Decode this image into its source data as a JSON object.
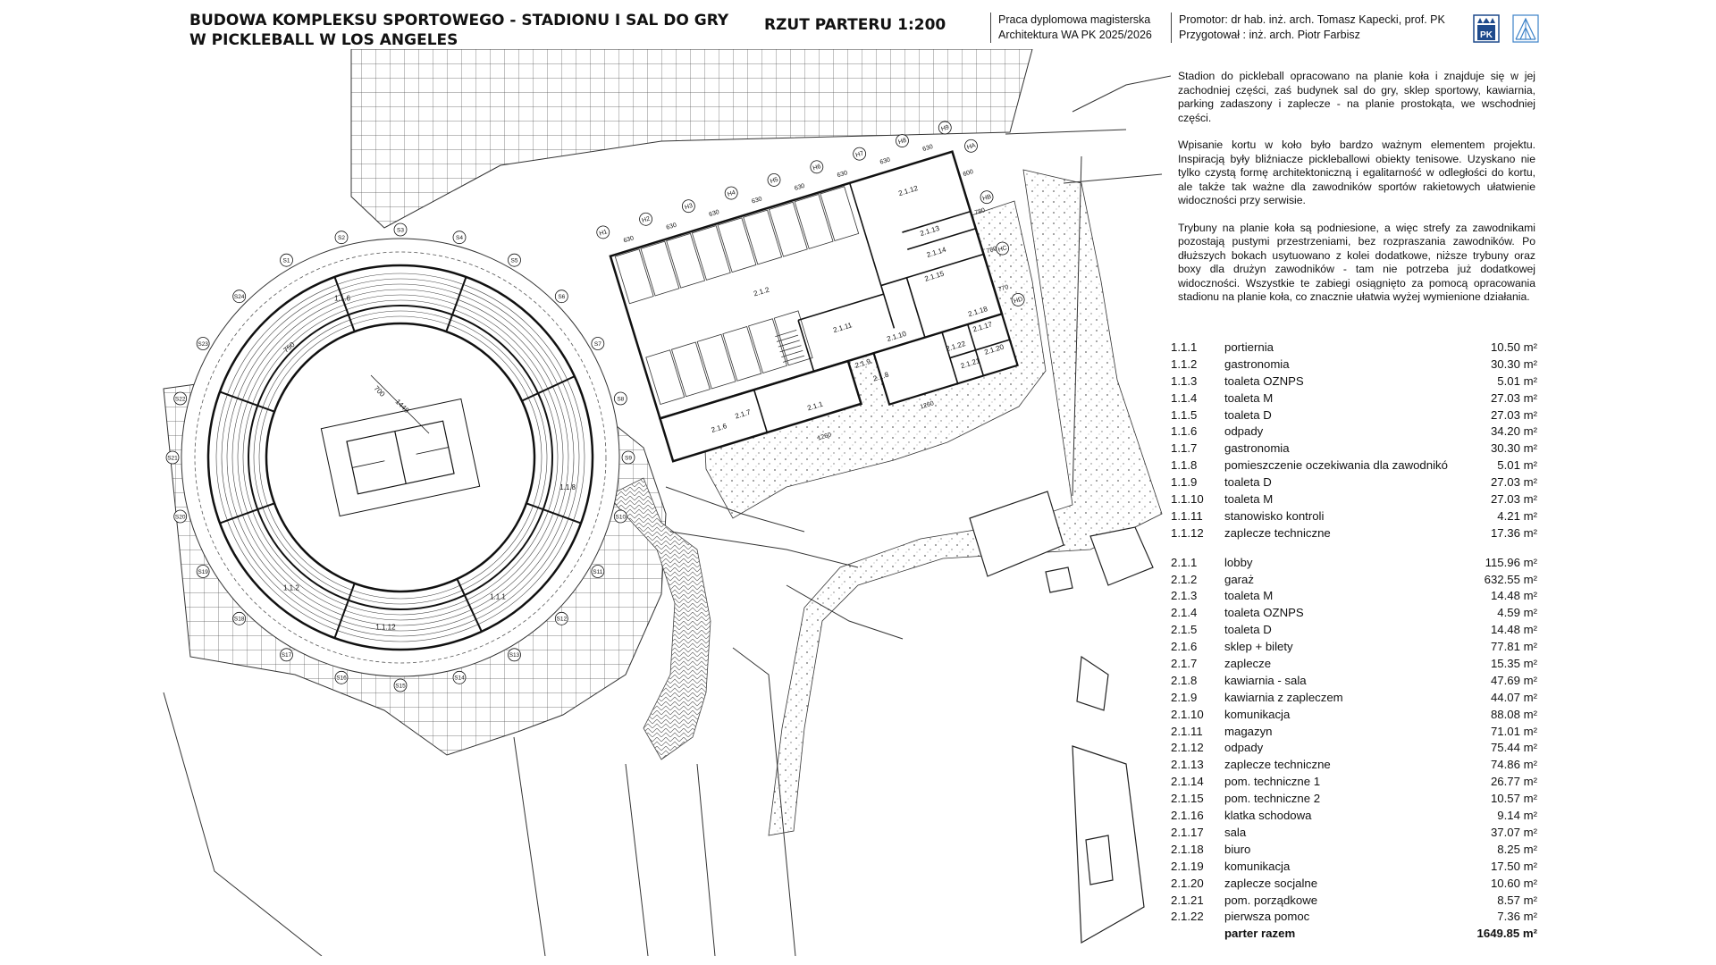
{
  "header": {
    "title_line1": "BUDOWA KOMPLEKSU SPORTOWEGO - STADIONU I SAL DO GRY",
    "title_line2": "W PICKLEBALL W LOS ANGELES",
    "plan_title": "RZUT PARTERU 1:200",
    "thesis_line1": "Praca dyplomowa magisterska",
    "thesis_line2": "Architektura WA PK 2025/2026",
    "promotor_line1": "Promotor: dr hab. inż. arch. Tomasz Kapecki, prof. PK",
    "promotor_line2": "Przygotował : inż. arch. Piotr Farbisz",
    "logo_text": "PK"
  },
  "description": [
    "Stadion do pickleball opracowano na planie koła i znajduje się w jej zachodniej części, zaś budynek sal do gry, sklep sportowy, kawiarnia, parking zadaszony i zaplecze - na planie prostokąta, we wschodniej części.",
    "Wpisanie kortu w koło było bardzo ważnym elementem projektu. Inspiracją były bliźniacze pickleballowi obiekty tenisowe. Uzyskano nie tylko czystą formę architektoniczną i egalitarność w odległości do kortu, ale także tak ważne dla zawodników sportów rakietowych ułatwienie widoczności przy serwisie.",
    "Trybuny na planie koła są podniesione, a więc strefy za zawodnikami pozostają pustymi przestrzeniami, bez rozpraszania zawodników. Po dłuższych bokach usytuowano z kolei dodatkowe, niższe trybuny oraz boxy dla drużyn zawodników - tam nie potrzeba już dodatkowej widoczności. Wszystkie te zabiegi osiągnięto za pomocą opracowania stadionu na planie koła, co znacznie ułatwia wyżej wymienione działania."
  ],
  "rooms_stadium": [
    {
      "num": "1.1.1",
      "name": "portiernia",
      "area": "10.50 m²"
    },
    {
      "num": "1.1.2",
      "name": "gastronomia",
      "area": "30.30 m²"
    },
    {
      "num": "1.1.3",
      "name": "toaleta OZNPS",
      "area": "5.01 m²"
    },
    {
      "num": "1.1.4",
      "name": "toaleta M",
      "area": "27.03 m²"
    },
    {
      "num": "1.1.5",
      "name": "toaleta D",
      "area": "27.03 m²"
    },
    {
      "num": "1.1.6",
      "name": "odpady",
      "area": "34.20 m²"
    },
    {
      "num": "1.1.7",
      "name": "gastronomia",
      "area": "30.30 m²"
    },
    {
      "num": "1.1.8",
      "name": "pomieszczenie oczekiwania dla zawodnikó",
      "area": "5.01 m²"
    },
    {
      "num": "1.1.9",
      "name": "toaleta D",
      "area": "27.03 m²"
    },
    {
      "num": "1.1.10",
      "name": "toaleta M",
      "area": "27.03 m²"
    },
    {
      "num": "1.1.11",
      "name": "stanowisko kontroli",
      "area": "4.21 m²"
    },
    {
      "num": "1.1.12",
      "name": "zaplecze techniczne",
      "area": "17.36 m²"
    }
  ],
  "rooms_hall": [
    {
      "num": "2.1.1",
      "name": "lobby",
      "area": "115.96 m²"
    },
    {
      "num": "2.1.2",
      "name": "garaż",
      "area": "632.55 m²"
    },
    {
      "num": "2.1.3",
      "name": "toaleta M",
      "area": "14.48 m²"
    },
    {
      "num": "2.1.4",
      "name": "toaleta OZNPS",
      "area": "4.59 m²"
    },
    {
      "num": "2.1.5",
      "name": "toaleta D",
      "area": "14.48 m²"
    },
    {
      "num": "2.1.6",
      "name": "sklep + bilety",
      "area": "77.81 m²"
    },
    {
      "num": "2.1.7",
      "name": "zaplecze",
      "area": "15.35 m²"
    },
    {
      "num": "2.1.8",
      "name": "kawiarnia - sala",
      "area": "47.69 m²"
    },
    {
      "num": "2.1.9",
      "name": "kawiarnia z zapleczem",
      "area": "44.07 m²"
    },
    {
      "num": "2.1.10",
      "name": "komunikacja",
      "area": "88.08 m²"
    },
    {
      "num": "2.1.11",
      "name": "magazyn",
      "area": "71.01 m²"
    },
    {
      "num": "2.1.12",
      "name": "odpady",
      "area": "75.44 m²"
    },
    {
      "num": "2.1.13",
      "name": "zaplecze techniczne",
      "area": "74.86 m²"
    },
    {
      "num": "2.1.14",
      "name": "pom. techniczne 1",
      "area": "26.77 m²"
    },
    {
      "num": "2.1.15",
      "name": "pom. techniczne 2",
      "area": "10.57 m²"
    },
    {
      "num": "2.1.16",
      "name": "klatka schodowa",
      "area": "9.14 m²"
    },
    {
      "num": "2.1.17",
      "name": "sala",
      "area": "37.07 m²"
    },
    {
      "num": "2.1.18",
      "name": "biuro",
      "area": "8.25 m²"
    },
    {
      "num": "2.1.19",
      "name": "komunikacja",
      "area": "17.50 m²"
    },
    {
      "num": "2.1.20",
      "name": "zaplecze socjalne",
      "area": "10.60 m²"
    },
    {
      "num": "2.1.21",
      "name": "pom. porządkowe",
      "area": "8.57 m²"
    },
    {
      "num": "2.1.22",
      "name": "pierwsza pomoc",
      "area": "7.36 m²"
    }
  ],
  "total": {
    "name": "parter razem",
    "area": "1649.85 m²"
  },
  "plan": {
    "stadium_rooms": [
      "1.1.6",
      "1.1.8",
      "1.1.1",
      "1.1.12",
      "1.1.2"
    ],
    "stadium_dims": [
      "700",
      "1449",
      "750"
    ],
    "stadium_columns": [
      "S1",
      "S2",
      "S3",
      "S4",
      "S5",
      "S6",
      "S7",
      "S8",
      "S9",
      "S10",
      "S11",
      "S12",
      "S13",
      "S14",
      "S15",
      "S16",
      "S17",
      "S18",
      "S19",
      "S20",
      "S21",
      "S22",
      "S23",
      "S24"
    ],
    "hall_rooms": [
      "2.1.12",
      "2.1.13",
      "2.1.14",
      "2.1.15",
      "2.1.2",
      "2.1.11",
      "2.1.10",
      "2.1.9",
      "2.1.8",
      "2.1.17",
      "2.1.18",
      "2.1.20",
      "2.1.21",
      "2.1.22",
      "2.1.1",
      "2.1.7",
      "2.1.6"
    ],
    "hall_axes_top": [
      "H1",
      "H2",
      "H3",
      "H4",
      "H5",
      "H6",
      "H7",
      "H8",
      "H9"
    ],
    "hall_axes_side": [
      "HA",
      "HB",
      "HC",
      "HD"
    ],
    "hall_dims_top": [
      "630",
      "630",
      "630",
      "630",
      "630",
      "630",
      "630",
      "630"
    ],
    "hall_dims_side": [
      "600",
      "780",
      "780",
      "770",
      "1260",
      "1260"
    ]
  }
}
